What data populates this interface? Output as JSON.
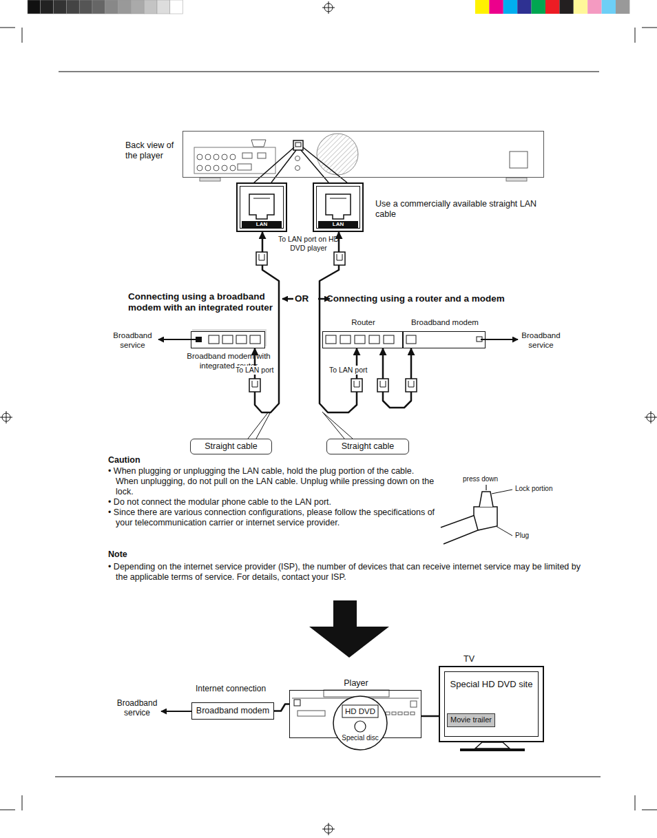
{
  "diagram": {
    "nodes": [
      {
        "text": [
          "Back view of the player"
        ]
      },
      {
        "text": [
          "LAN"
        ]
      },
      {
        "text": [
          "LAN"
        ]
      },
      {
        "text": [
          "Broadband modem with integrated router"
        ]
      },
      {
        "text": [
          "Router"
        ]
      },
      {
        "text": [
          "Broadband modem"
        ]
      },
      {
        "text": [
          "Straight cable"
        ]
      },
      {
        "text": [
          "Straight cable"
        ]
      },
      {
        "text": [
          "Broadband modem"
        ]
      },
      {
        "text": [
          "Player"
        ]
      },
      {
        "text": [
          "HD DVD",
          "Special disc"
        ]
      },
      {
        "text": [
          "TV",
          "Special HD DVD site"
        ]
      },
      {
        "text": [
          "Movie trailer"
        ],
        "in": 11
      }
    ],
    "edges": [
      {
        "from": 0,
        "to": 1,
        "arrow": "none"
      },
      {
        "from": 0,
        "to": 2,
        "arrow": "none"
      },
      {
        "from": 1,
        "to": 3,
        "arrow": "both"
      },
      {
        "from": 2,
        "to": 4,
        "arrow": "both"
      },
      {
        "from": 4,
        "to": 5,
        "arrow": "both"
      },
      {
        "from": 8,
        "to": 9,
        "arrow": "none"
      },
      {
        "from": 9,
        "to": 11,
        "arrow": "none"
      }
    ],
    "labels": [
      "Use a commercially available straight LAN cable",
      "To LAN port on HD DVD player",
      "Connecting using a broadband modem with an integrated router",
      "OR",
      "Connecting using a router and a modem",
      "Broadband service",
      "Broadband service",
      "To LAN port",
      "To LAN port",
      "Caution",
      "• When plugging or unplugging the LAN cable, hold the plug portion of the cable. When unplugging, do not pull on the LAN cable. Unplug while pressing down on the lock.",
      "• Do not connect the modular phone cable to the LAN port.",
      "• Since there are various connection configurations, please follow the specifications of your telecommunication carrier or internet service provider.",
      "press down",
      "Lock portion",
      "Plug",
      "Note",
      "• Depending on the internet service provider (ISP), the number of devices that can receive internet service may be limited by the applicable terms of service. For details, contact your ISP.",
      "Internet connection",
      "Broadband service"
    ]
  }
}
